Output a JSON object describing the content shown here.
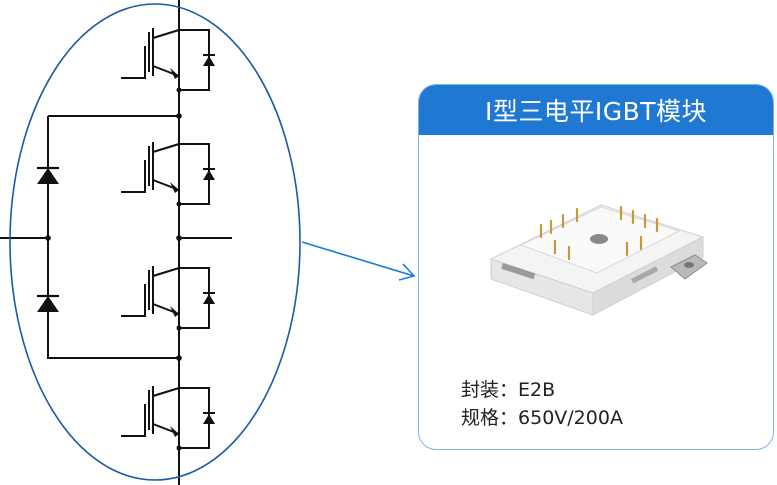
{
  "card": {
    "title": "I型三电平IGBT模块",
    "package_label": "封装：",
    "package_value": "E2B",
    "rating_label": "规格：",
    "rating_value": "650V/200A"
  },
  "colors": {
    "accent_blue": "#1f78d1",
    "ellipse_stroke": "#1a5aa6",
    "card_border": "#7fb3ea",
    "circuit_line": "#111111"
  }
}
